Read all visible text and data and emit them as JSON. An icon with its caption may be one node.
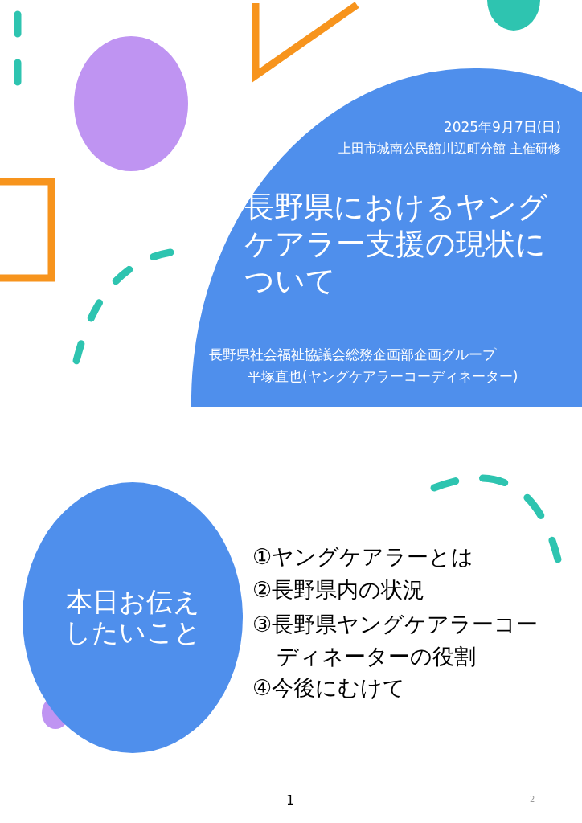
{
  "diagram": {
    "nodes": [
      {
        "text": [
          "2025年9月7日(日)",
          "上田市城南公民館川辺町分館 主催研修",
          "長野県におけるヤングケアラー支援の現状について",
          "長野県社会福祉協議会総務企画部企画グループ",
          "平塚直也(ヤングケアラーコーディネーター)"
        ]
      },
      {
        "text": [
          "本日お伝えしたいこと"
        ]
      }
    ],
    "labels": [
      "①ヤングケアラーとは",
      "②長野県内の状況",
      "③長野県ヤングケアラーコーディネーターの役割",
      "④今後にむけて",
      "1",
      "2"
    ]
  }
}
